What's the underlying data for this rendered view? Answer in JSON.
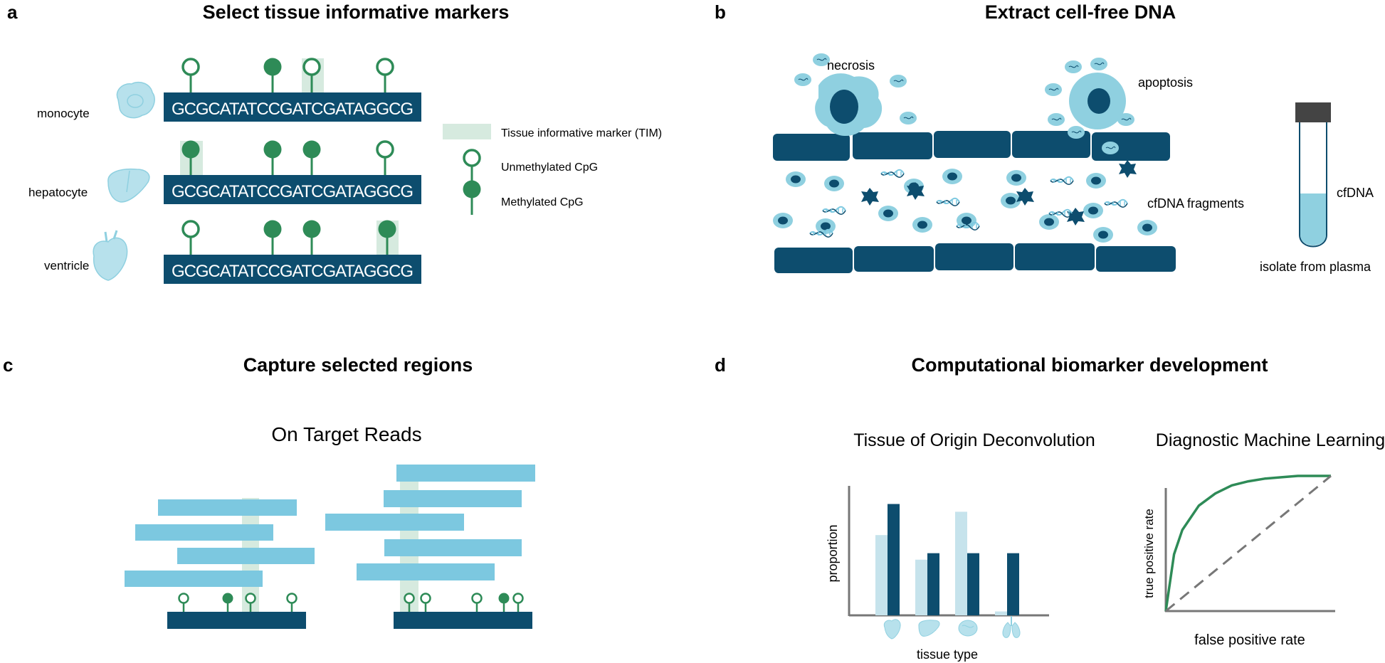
{
  "colors": {
    "navy": "#0d4d6e",
    "green": "#2e8b57",
    "light_blue": "#7cc8e0",
    "pale_green": "#d6eadf",
    "cell_blue": "#8fd0e0",
    "pale_bar": "#c6e3ec"
  },
  "panel_a": {
    "letter": "a",
    "title": "Select tissue informative markers",
    "rows": [
      {
        "label": "monocyte",
        "sequence": "GCGCATATCCGATCGATAGGCG"
      },
      {
        "label": "hepatocyte",
        "sequence": "GCGCATATCCGATCGATAGGCG"
      },
      {
        "label": "ventricle",
        "sequence": "GCGCATATCCGATCGATAGGCG"
      }
    ],
    "legend": {
      "tim": "Tissue informative marker (TIM)",
      "unmethylated": "Unmethylated CpG",
      "methylated": "Methylated CpG"
    }
  },
  "panel_b": {
    "letter": "b",
    "title": "Extract cell-free DNA",
    "necrosis": "necrosis",
    "apoptosis": "apoptosis",
    "fragments": "cfDNA fragments",
    "tube_label": "cfDNA",
    "tube_caption": "isolate from plasma"
  },
  "panel_c": {
    "letter": "c",
    "title": "Capture selected regions",
    "subtitle": "On Target Reads"
  },
  "panel_d": {
    "letter": "d",
    "title": "Computational biomarker development",
    "left_title": "Tissue of Origin Deconvolution",
    "right_title": "Diagnostic Machine Learning"
  },
  "chart_data": [
    {
      "type": "bar",
      "title": "Tissue of Origin Deconvolution",
      "xlabel": "tissue type",
      "ylabel": "proportion",
      "categories": [
        "heart",
        "liver",
        "brain",
        "lung"
      ],
      "series": [
        {
          "values": [
            0.62,
            0.43,
            0.8,
            0.03
          ]
        },
        {
          "values": [
            0.86,
            0.48,
            0.48,
            0.48
          ]
        }
      ],
      "ylim": [
        0,
        1
      ]
    },
    {
      "type": "line",
      "title": "Diagnostic Machine Learning",
      "xlabel": "false positive rate",
      "ylabel": "true positive rate",
      "xlim": [
        0,
        1
      ],
      "ylim": [
        0,
        1
      ],
      "series": [
        {
          "x": [
            0,
            0.05,
            0.1,
            0.2,
            0.3,
            0.4,
            0.5,
            0.6,
            0.7,
            0.8,
            0.9,
            1.0
          ],
          "y": [
            0,
            0.42,
            0.6,
            0.78,
            0.87,
            0.93,
            0.96,
            0.98,
            0.99,
            1.0,
            1.0,
            1.0
          ]
        },
        {
          "x": [
            0,
            1
          ],
          "y": [
            0,
            1
          ]
        }
      ]
    }
  ]
}
